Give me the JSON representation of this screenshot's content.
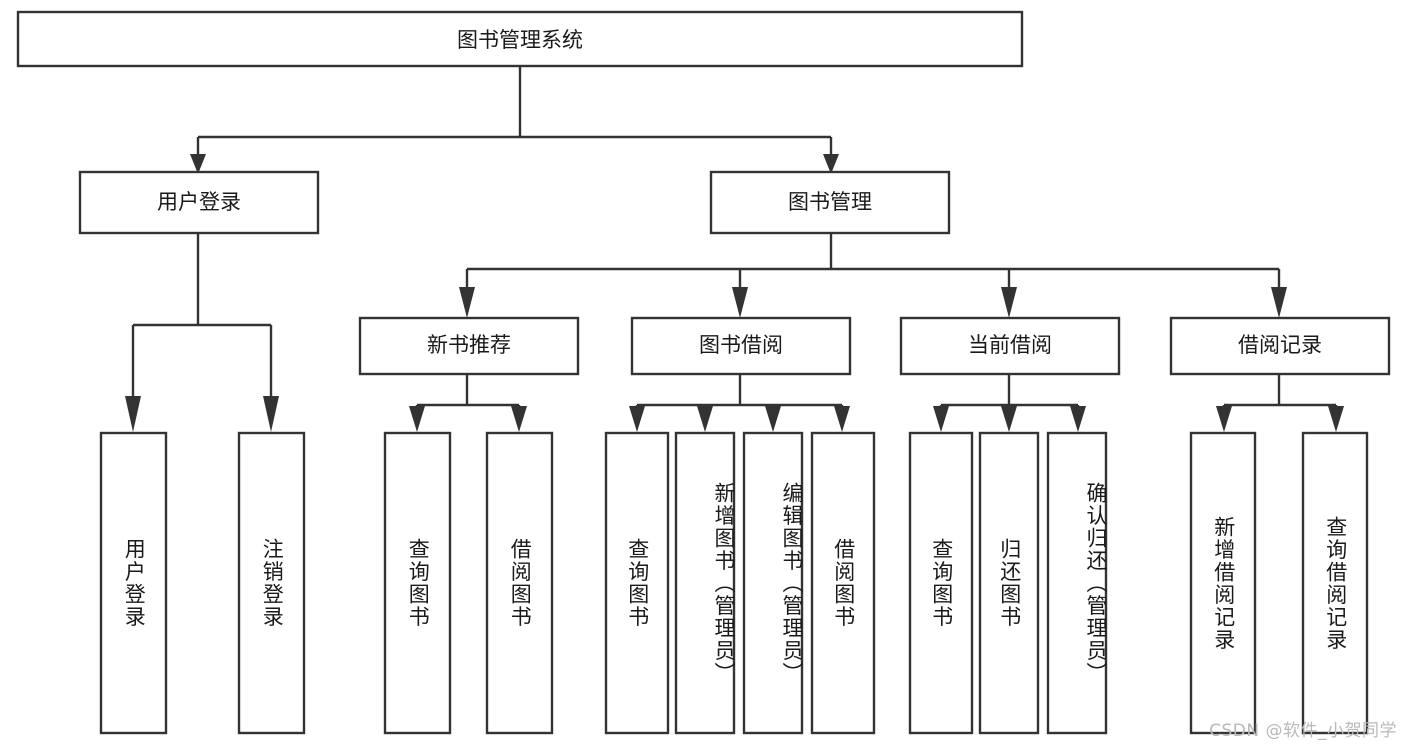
{
  "diagram": {
    "type": "tree-hierarchy-chart",
    "title": "图书管理系统",
    "orientation": "top-down",
    "colors": {
      "box_stroke": "#333333",
      "box_fill": "#ffffff",
      "connector": "#333333",
      "text": "#1a1a1a",
      "watermark": "#b9b9b9",
      "background": "#ffffff"
    },
    "root": {
      "label": "图书管理系统"
    },
    "level2": [
      {
        "label": "用户登录"
      },
      {
        "label": "图书管理"
      }
    ],
    "level3": [
      {
        "label": "新书推荐"
      },
      {
        "label": "图书借阅"
      },
      {
        "label": "当前借阅"
      },
      {
        "label": "借阅记录"
      }
    ],
    "leaves": {
      "user_login": [
        {
          "label": "用户登录"
        },
        {
          "label": "注销登录"
        }
      ],
      "new_book_recommend": [
        {
          "label": "查询图书"
        },
        {
          "label": "借阅图书"
        }
      ],
      "book_borrow": [
        {
          "label": "查询图书"
        },
        {
          "label": "新增图书（管理员）"
        },
        {
          "label": "编辑图书（管理员）"
        },
        {
          "label": "借阅图书"
        }
      ],
      "current_borrow": [
        {
          "label": "查询图书"
        },
        {
          "label": "归还图书"
        },
        {
          "label": "确认归还（管理员）"
        }
      ],
      "borrow_record": [
        {
          "label": "新增借阅记录"
        },
        {
          "label": "查询借阅记录"
        }
      ]
    }
  },
  "watermark": {
    "text": "CSDN @软件_小贺同学"
  }
}
